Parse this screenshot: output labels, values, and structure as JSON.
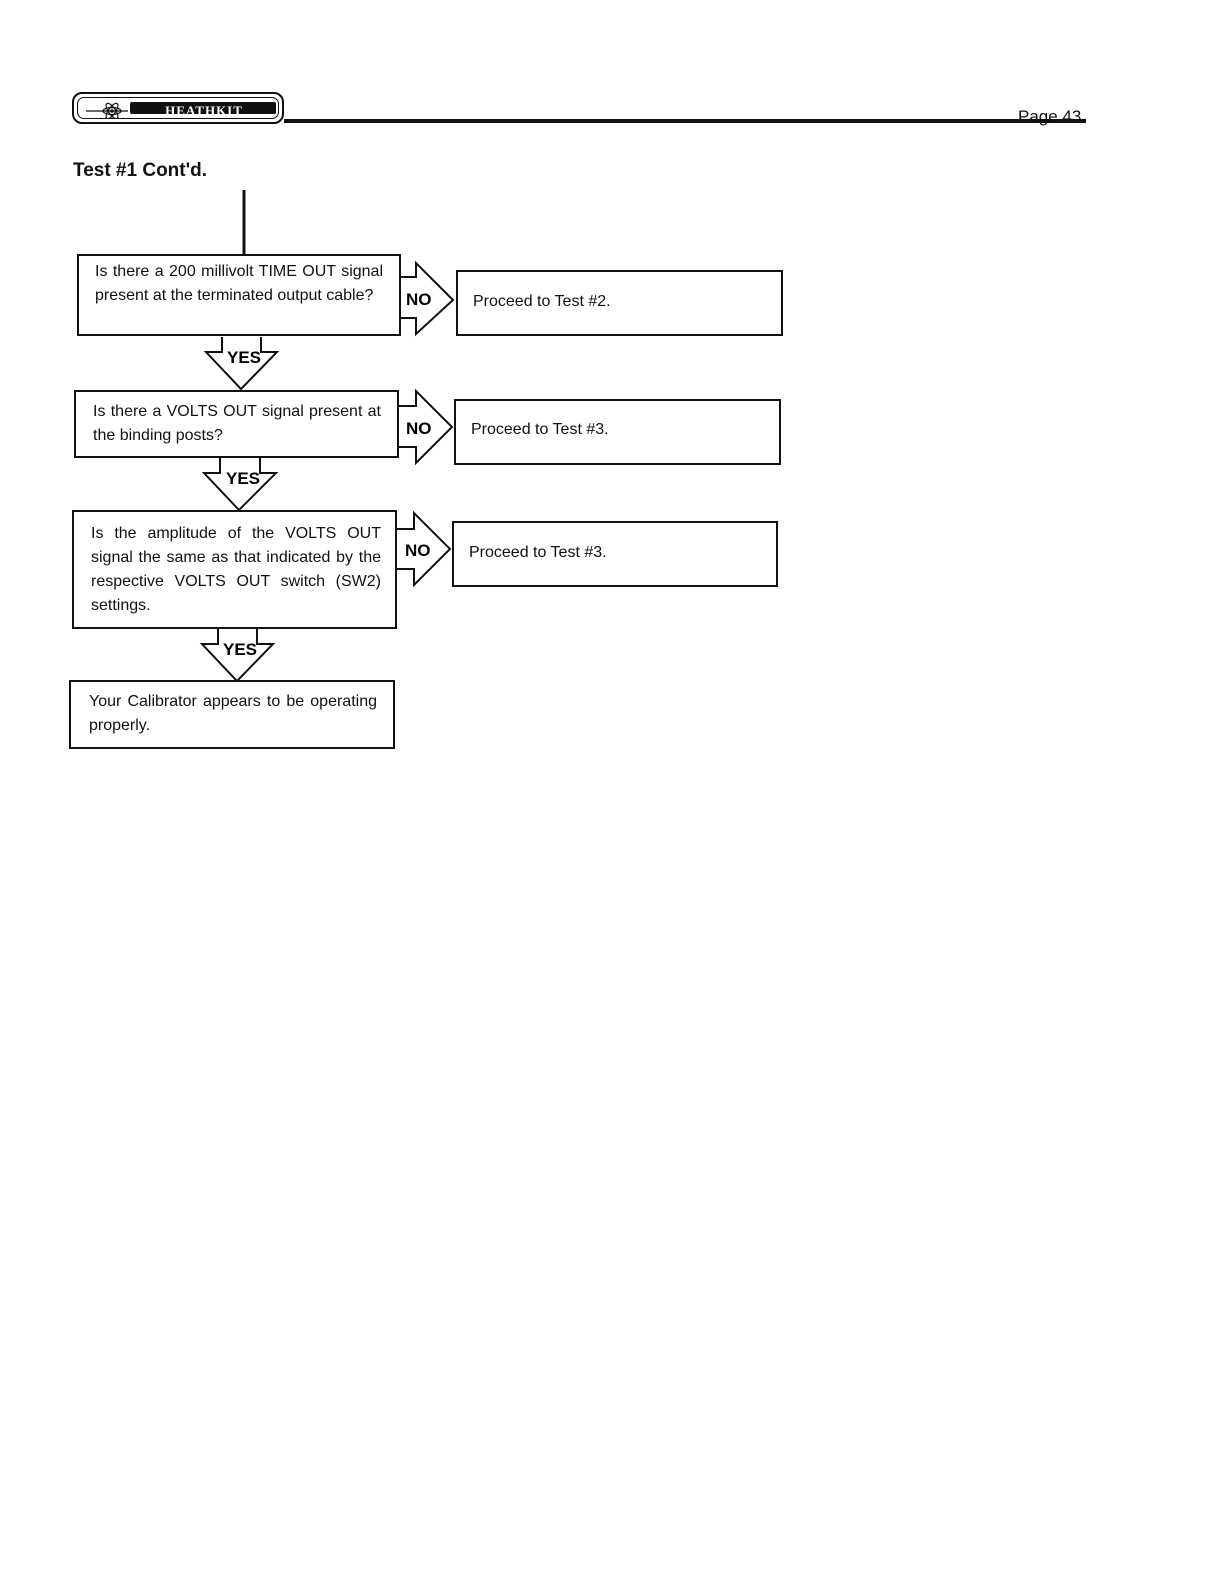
{
  "header": {
    "brand": "HEATHKIT",
    "page_number": "Page 43"
  },
  "title": "Test #1 Cont'd.",
  "flow": {
    "questions": [
      "Is there a 200 millivolt TIME OUT signal present at the terminated output cable?",
      "Is there a VOLTS OUT signal present at the binding posts?",
      "Is the amplitude of the VOLTS OUT signal the same as that indicated by the respective VOLTS OUT switch (SW2) settings."
    ],
    "results": [
      "Proceed to Test #2.",
      "Proceed to Test #3.",
      "Proceed to Test #3."
    ],
    "final": "Your Calibrator appears to be operating properly.",
    "no_label": "NO",
    "yes_label": "YES"
  }
}
